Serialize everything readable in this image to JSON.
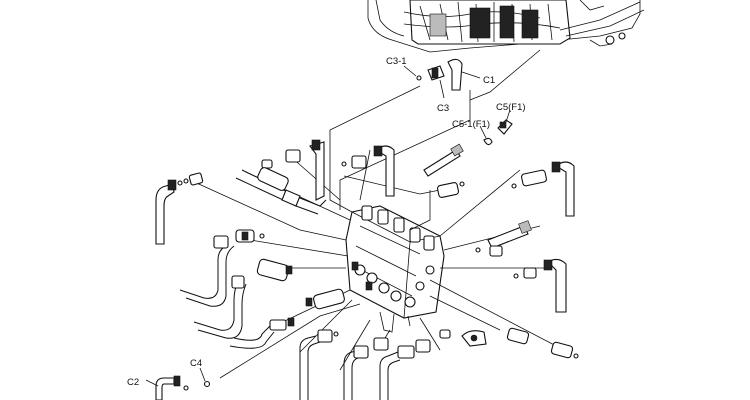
{
  "labels": {
    "c3_1": "C3-1",
    "c1": "C1",
    "c3": "C3",
    "c5_f1": "C5(F1)",
    "c5_1_f1": "C5-1(F1)",
    "c4": "C4",
    "c2": "C2"
  }
}
